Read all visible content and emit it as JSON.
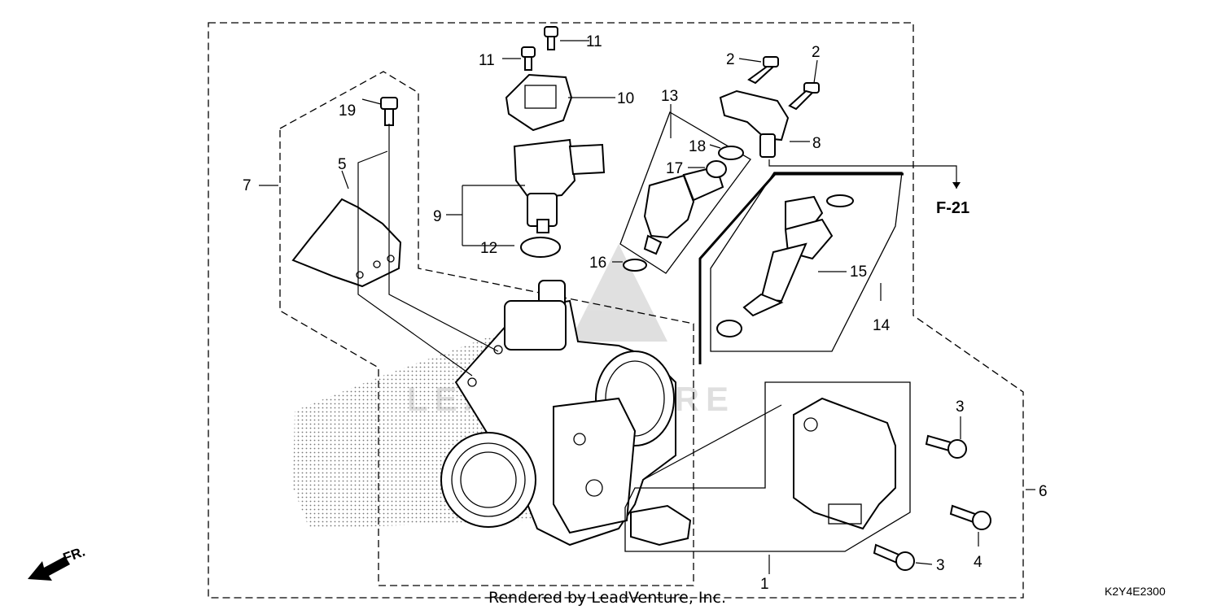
{
  "diagram": {
    "reference": "F-21",
    "diagram_code": "K2Y4E2300",
    "credit": "Rendered by LeadVenture, Inc.",
    "direction_label": "FR.",
    "callouts": {
      "c1": "1",
      "c2a": "2",
      "c2b": "2",
      "c3a": "3",
      "c3b": "3",
      "c4": "4",
      "c5": "5",
      "c6": "6",
      "c7": "7",
      "c8": "8",
      "c9": "9",
      "c10": "10",
      "c11a": "11",
      "c11b": "11",
      "c12": "12",
      "c13": "13",
      "c14": "14",
      "c15": "15",
      "c16": "16",
      "c17": "17",
      "c18": "18",
      "c19": "19"
    }
  }
}
